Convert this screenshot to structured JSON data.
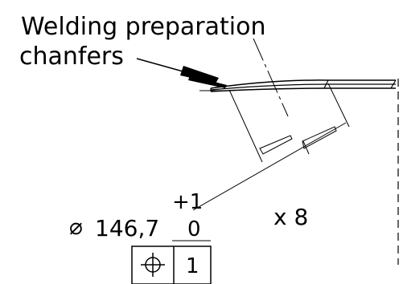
{
  "annotation": {
    "line1": "Welding preparation",
    "line2": "chanfers"
  },
  "dimension": {
    "diameter_symbol": "⌀",
    "value": "146,7",
    "tolerance_upper": "+1",
    "tolerance_lower": "0",
    "quantity": "x 8"
  },
  "feature_control_frame": {
    "symbol": "⌖",
    "symbol_icon": "position-icon",
    "datum": "1"
  },
  "colors": {
    "ink": "#000000",
    "background": "#ffffff"
  }
}
